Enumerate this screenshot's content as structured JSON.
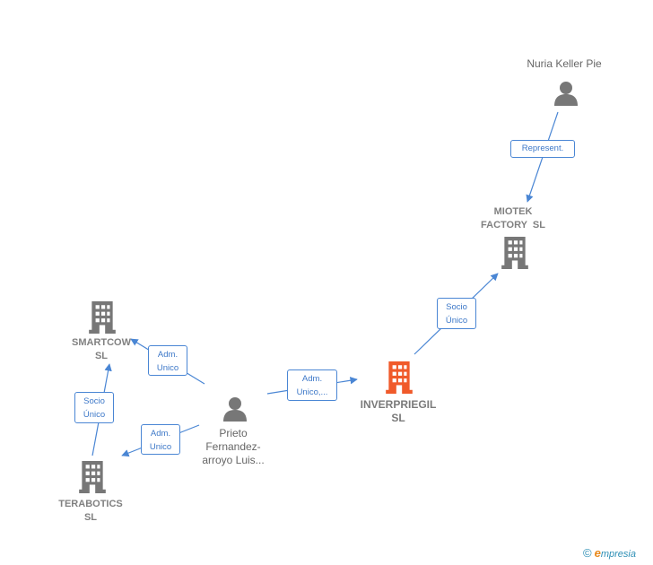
{
  "nodes": {
    "nuria": {
      "label": "Nuria Keller Pie",
      "kind": "person"
    },
    "miotek": {
      "label_line1": "MIOTEK",
      "label_line2": "FACTORY  SL",
      "kind": "company"
    },
    "smartcow": {
      "label_line1": "SMARTCOW",
      "label_line2": "SL",
      "kind": "company"
    },
    "terabotics": {
      "label_line1": "TERABOTICS",
      "label_line2": "SL",
      "kind": "company"
    },
    "prieto": {
      "label_line1": "Prieto",
      "label_line2": "Fernandez-",
      "label_line3": "arroyo Luis...",
      "kind": "person"
    },
    "inverpriegil": {
      "label_line1": "INVERPRIEGIL",
      "label_line2": "SL",
      "kind": "company-main"
    }
  },
  "edges": {
    "represent": {
      "line1": "Represent."
    },
    "socio_unico_miotek": {
      "line1": "Socio",
      "line2": "Único"
    },
    "adm_unico_smartcow": {
      "line1": "Adm.",
      "line2": "Unico"
    },
    "socio_unico_smartcow": {
      "line1": "Socio",
      "line2": "Único"
    },
    "adm_unico_terabotics": {
      "line1": "Adm.",
      "line2": "Unico"
    },
    "adm_unico_inverpriegil": {
      "line1": "Adm.",
      "line2": "Unico,..."
    }
  },
  "colors": {
    "edge": "#4a86d4",
    "icon_gray": "#777777",
    "icon_main": "#f05a2a"
  },
  "footer": {
    "copyright": "©",
    "brand_e": "e",
    "brand_rest": "mpresia"
  }
}
